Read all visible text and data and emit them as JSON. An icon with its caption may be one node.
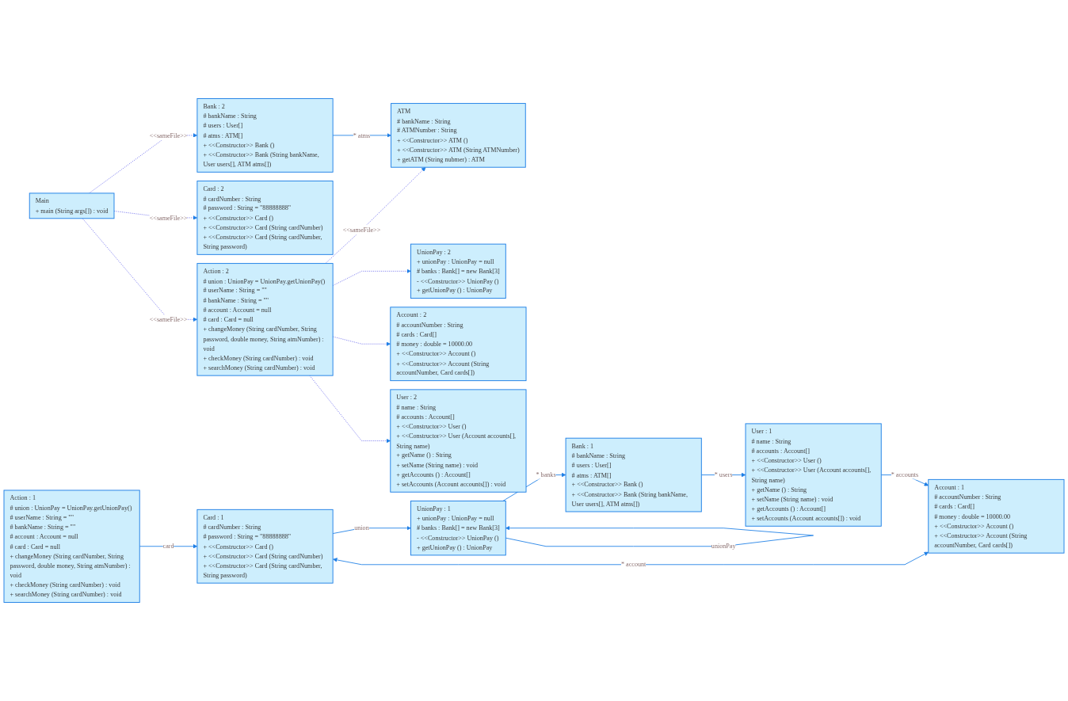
{
  "diagram": {
    "nodes": [
      {
        "text": [
          "ATM",
          "# bankName : String",
          "# ATMNumber : String",
          "+ <<Constructor>> ATM ()",
          "+ <<Constructor>> ATM (String ATMNumber)",
          "+ getATM (String nubmer) : ATM"
        ]
      },
      {
        "text": [
          "Main",
          "+ main (String args[]) : void"
        ]
      },
      {
        "text": [
          "Bank : 2",
          "# bankName : String",
          "# users : User[]",
          "# atms : ATM[]",
          "+ <<Constructor>> Bank ()",
          "+ <<Constructor>> Bank (String bankName, User users[], ATM atms[])"
        ]
      },
      {
        "text": [
          "UnionPay : 2",
          "+ unionPay : UnionPay = null",
          "# banks : Bank[] = new Bank[3]",
          "- <<Constructor>> UnionPay ()",
          "+ getUnionPay () : UnionPay"
        ]
      },
      {
        "text": [
          "Card : 2",
          "# cardNumber : String",
          "# password : String = \"88888888\"",
          "+ <<Constructor>> Card ()",
          "+ <<Constructor>> Card (String cardNumber)",
          "+ <<Constructor>> Card (String cardNumber, String password)"
        ]
      },
      {
        "text": [
          "Action : 2",
          "# union : UnionPay = UnionPay.getUnionPay()",
          "# userName : String = \"\"",
          "# bankName : String = \"\"",
          "# account : Account = null",
          "# card : Card = null",
          "+ changeMoney (String cardNumber, String password, double money, String atmNumber) : void",
          "+ checkMoney (String cardNumber) : void",
          "+ searchMoney (String cardNumber) : void"
        ]
      },
      {
        "text": [
          "Account : 2",
          "# accountNumber : String",
          "# cards : Card[]",
          "# money : double = 10000.00",
          "+ <<Constructor>> Account ()",
          "+ <<Constructor>> Account (String accountNumber, Card cards[])"
        ]
      },
      {
        "text": [
          "User : 2",
          "# name : String",
          "# accounts : Account[]",
          "+ <<Constructor>> User ()",
          "+ <<Constructor>> User (Account accounts[], String name)",
          "+ getName () : String",
          "+ setName (String name) : void",
          "+ getAccounts () : Account[]",
          "+ setAccounts (Account accounts[]) : void"
        ]
      },
      {
        "text": [
          "Action : 1",
          "# union : UnionPay = UnionPay.getUnionPay()",
          "# userName : String = \"\"",
          "# bankName : String = \"\"",
          "# account : Account = null",
          "# card : Card = null",
          "+ changeMoney (String cardNumber, String password, double money, String atmNumber) : void",
          "+ checkMoney (String cardNumber) : void",
          "+ searchMoney (String cardNumber) : void"
        ]
      },
      {
        "text": [
          "UnionPay : 1",
          "+ unionPay : UnionPay = null",
          "# banks : Bank[] = new Bank[3]",
          "- <<Constructor>> UnionPay ()",
          "+ getUnionPay () : UnionPay"
        ]
      },
      {
        "text": [
          "Card : 1",
          "# cardNumber : String",
          "# password : String = \"88888888\"",
          "+ <<Constructor>> Card ()",
          "+ <<Constructor>> Card (String cardNumber)",
          "+ <<Constructor>> Card (String cardNumber, String password)"
        ]
      },
      {
        "text": [
          "Account : 1",
          "# accountNumber : String",
          "# cards : Card[]",
          "# money : double = 10000.00",
          "+ <<Constructor>> Account ()",
          "+ <<Constructor>> Account (String accountNumber, Card cards[])"
        ]
      },
      {
        "text": [
          "Bank : 1",
          "# bankName : String",
          "# users : User[]",
          "# atms : ATM[]",
          "+ <<Constructor>> Bank ()",
          "+ <<Constructor>> Bank (String bankName, User users[], ATM atms[])"
        ]
      },
      {
        "text": [
          "User : 1",
          "# name : String",
          "# accounts : Account[]",
          "+ <<Constructor>> User ()",
          "+ <<Constructor>> User (Account accounts[], String name)",
          "+ getName () : String",
          "+ setName (String name) : void",
          "+ getAccounts () : Account[]",
          "+ setAccounts (Account accounts[]) : void"
        ]
      }
    ],
    "edges": [
      {
        "from": 5,
        "to": 0,
        "arrow": "to",
        "label": "<<sameFile>>",
        "style": "dashed",
        "color": "#7b7bef"
      },
      {
        "from": 1,
        "to": 4,
        "arrow": "to",
        "label": "<<sameFile>>",
        "style": "dashed",
        "color": "#7b7bef"
      },
      {
        "from": 1,
        "to": 2,
        "arrow": "to",
        "label": "<<sameFile>>",
        "style": "dashed",
        "color": "#7b7bef"
      },
      {
        "from": 1,
        "to": 5,
        "arrow": "to",
        "label": "<<sameFile>>",
        "style": "dashed",
        "color": "#7b7bef"
      },
      {
        "from": 2,
        "to": 0,
        "arrow": "to",
        "label": "* atms"
      },
      {
        "from": 5,
        "to": 3,
        "arrow": "to",
        "style": "dashed",
        "color": "#7b7bef"
      },
      {
        "from": 5,
        "to": 6,
        "arrow": "to",
        "style": "dashed",
        "color": "#7b7bef"
      },
      {
        "from": 5,
        "to": 7,
        "arrow": "to",
        "style": "dashed",
        "color": "#7b7bef"
      },
      {
        "from": 8,
        "to": 10,
        "arrow": "to",
        "label": "card"
      },
      {
        "from": 10,
        "to": 9,
        "arrow": "to",
        "label": "union"
      },
      {
        "from": 10,
        "to": 11,
        "arrow": "both",
        "label": "* account"
      },
      {
        "from": 9,
        "to": 9,
        "arrow": "to",
        "label": "unionPay"
      },
      {
        "from": 9,
        "to": 12,
        "arrow": "to",
        "label": "* banks"
      },
      {
        "from": 12,
        "to": 13,
        "arrow": "to",
        "label": "* users"
      },
      {
        "from": 13,
        "to": 11,
        "arrow": "to",
        "label": "* accounts"
      }
    ]
  }
}
